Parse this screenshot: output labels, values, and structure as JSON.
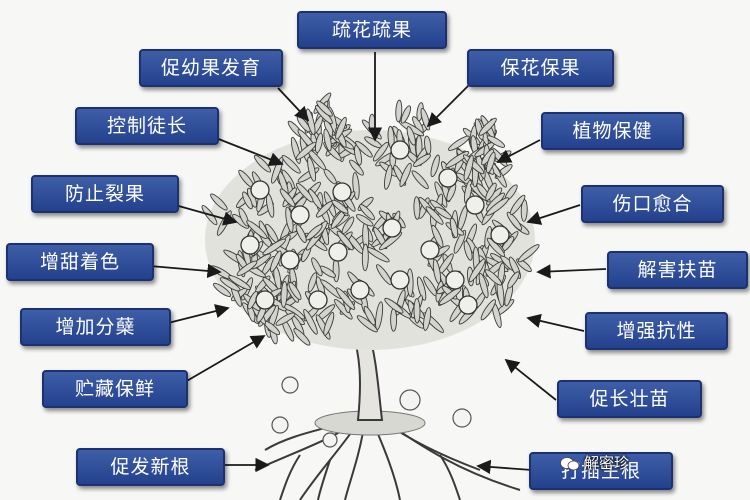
{
  "diagram": {
    "labels": [
      {
        "id": "top",
        "text": "疏花疏果"
      },
      {
        "id": "l1",
        "text": "促幼果发育"
      },
      {
        "id": "l2",
        "text": "控制徒长"
      },
      {
        "id": "l3",
        "text": "防止裂果"
      },
      {
        "id": "l4",
        "text": "增甜着色"
      },
      {
        "id": "l5",
        "text": "增加分蘖"
      },
      {
        "id": "l6",
        "text": "贮藏保鲜"
      },
      {
        "id": "l7",
        "text": "促发新根"
      },
      {
        "id": "r1",
        "text": "保花保果"
      },
      {
        "id": "r2",
        "text": "植物保健"
      },
      {
        "id": "r3",
        "text": "伤口愈合"
      },
      {
        "id": "r4",
        "text": "解害扶苗"
      },
      {
        "id": "r5",
        "text": "增强抗性"
      },
      {
        "id": "r6",
        "text": "促长壮苗"
      },
      {
        "id": "r7",
        "text": "打插生根"
      }
    ],
    "watermark": "解密珍"
  },
  "colors": {
    "label_fill": "#2d4b98",
    "label_border": "#1b3170",
    "label_text": "#ffffff",
    "arrow": "#1a1a1a",
    "tree_ink": "#3a3a3a"
  }
}
